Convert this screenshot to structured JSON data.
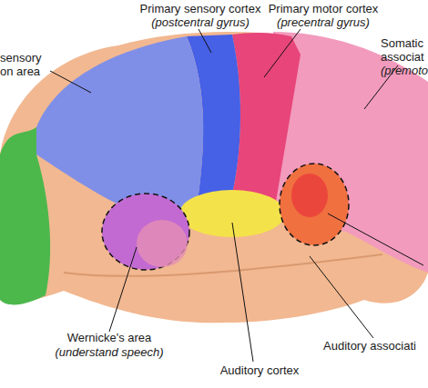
{
  "diagram": {
    "labels": [
      "Primary sensory cortex",
      "(postcentral gyrus)",
      "Primary motor cortex",
      "(precentral gyrus)",
      "sensory",
      "on area",
      "Somatic",
      "associat",
      "(premoto",
      "Wernicke's area",
      "(understand speech)",
      "Auditory cortex",
      "Auditory associati"
    ]
  }
}
